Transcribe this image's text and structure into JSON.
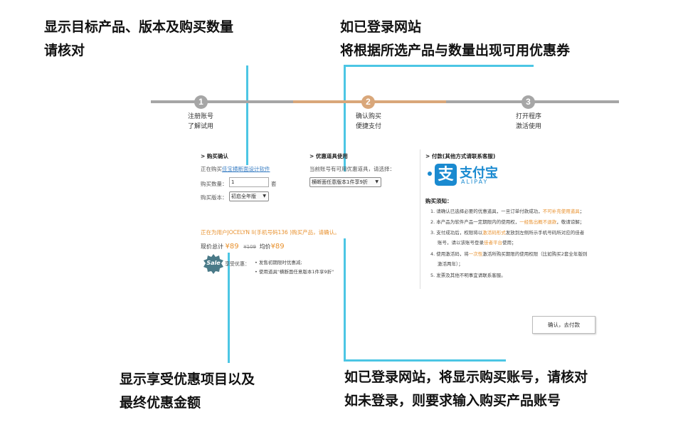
{
  "annotations": {
    "top_left": [
      "显示目标产品、版本及购买数量",
      "请核对"
    ],
    "top_right": [
      "如已登录网站",
      "将根据所选产品与数量出现可用优惠券"
    ],
    "bottom_left": [
      "显示享受优惠项目以及",
      "最终优惠金额"
    ],
    "bottom_right": [
      "如已登录网站，将显示购买账号，请核对",
      "如未登录，则要求输入购买产品账号"
    ]
  },
  "colors": {
    "callout": "#4cc6e4",
    "step_inactive": "#a6a6a6",
    "step_active": "#d9a77a",
    "accent_orange": "#e8912e"
  },
  "steps": [
    {
      "num": "1",
      "line1": "注册账号",
      "line2": "了解试用"
    },
    {
      "num": "2",
      "line1": "确认购买",
      "line2": "便捷支付"
    },
    {
      "num": "3",
      "line1": "打开程序",
      "line2": "激活使用"
    }
  ],
  "confirm": {
    "title": "> 购买确认",
    "buying_prefix": "正在购买",
    "product_link": "佳宝横断面设计软件",
    "qty_label": "购买数量：",
    "qty_value": "1",
    "qty_unit": "套",
    "version_label": "购买版本：",
    "version_value": "初启全年版"
  },
  "coupon": {
    "title": "> 优惠道具使用",
    "desc": "当前账号有可用优惠道具，请选择：",
    "select_value": "横断面任意版本1件享9折"
  },
  "payment": {
    "title": "> 付款(其他方式请联系客服)",
    "alipay_cn": "支付宝",
    "alipay_en": "ALIPAY",
    "notes_title": "购买须知：",
    "notes": [
      {
        "n": "1.",
        "text": "请确认已选择必要的优惠道具，一旦订单付款成功，",
        "hl": "不可补充使用道具",
        "tail": "；"
      },
      {
        "n": "2.",
        "text": "本产品为软件产品一定期限内的使用权，",
        "hl": "一经售出概不退款",
        "tail": "，敬请谅解；"
      },
      {
        "n": "3.",
        "text": "支付成功后，权限将以",
        "hl": "激活码形式",
        "tail": "发放到左侧所示手机号码所对应的佳者"
      },
      {
        "n": "",
        "text": "账号，请以该账号登录",
        "hl": "佳者平台",
        "tail": "使用；"
      },
      {
        "n": "4.",
        "text": "使用激活码，将",
        "hl": "一次性",
        "tail": "激活所购买期限的使用权限（比如购买2套全年版则"
      },
      {
        "n": "",
        "text": "激活两年）；",
        "hl": "",
        "tail": ""
      },
      {
        "n": "5.",
        "text": "发票及其他不明事宜请联系客服。",
        "hl": "",
        "tail": ""
      }
    ],
    "pay_button": "确认，去付款"
  },
  "account": {
    "text": "正在为用户JOCELYN li(手机号码136          )购买产品，请确认。"
  },
  "summary": {
    "total_label": "现价总计",
    "total_value": "¥89",
    "original_value": "¥109",
    "avg_label": "均价",
    "avg_value": "¥89",
    "sale_badge": "Sale",
    "discount_label": "享受优惠：",
    "discounts": [
      "发售初期限时优惠减;",
      "使用道具\"横断面任意版本1件享9折\""
    ]
  }
}
